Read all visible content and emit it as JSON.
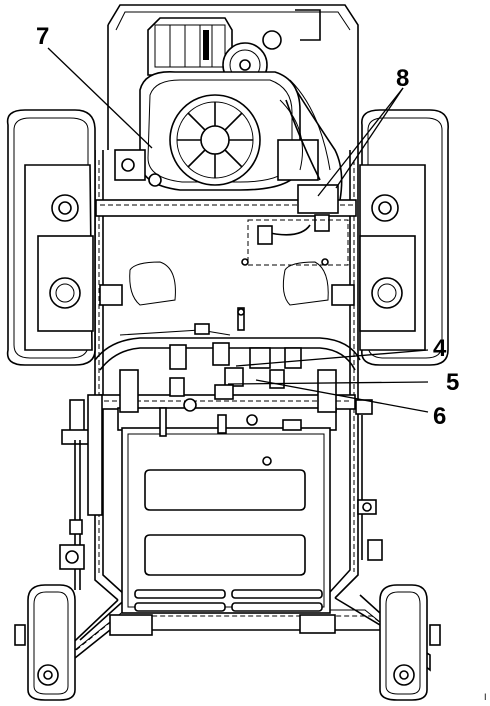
{
  "callouts": [
    {
      "id": "c7",
      "label": "7"
    },
    {
      "id": "c8",
      "label": "8"
    },
    {
      "id": "c4",
      "label": "4"
    },
    {
      "id": "c5",
      "label": "5"
    },
    {
      "id": "c6",
      "label": "6"
    }
  ],
  "corner_mark": "I",
  "colors": {
    "line": "#000000",
    "background": "#ffffff"
  },
  "icons": [
    "engine-icon",
    "wheel-icon",
    "caster-icon"
  ]
}
